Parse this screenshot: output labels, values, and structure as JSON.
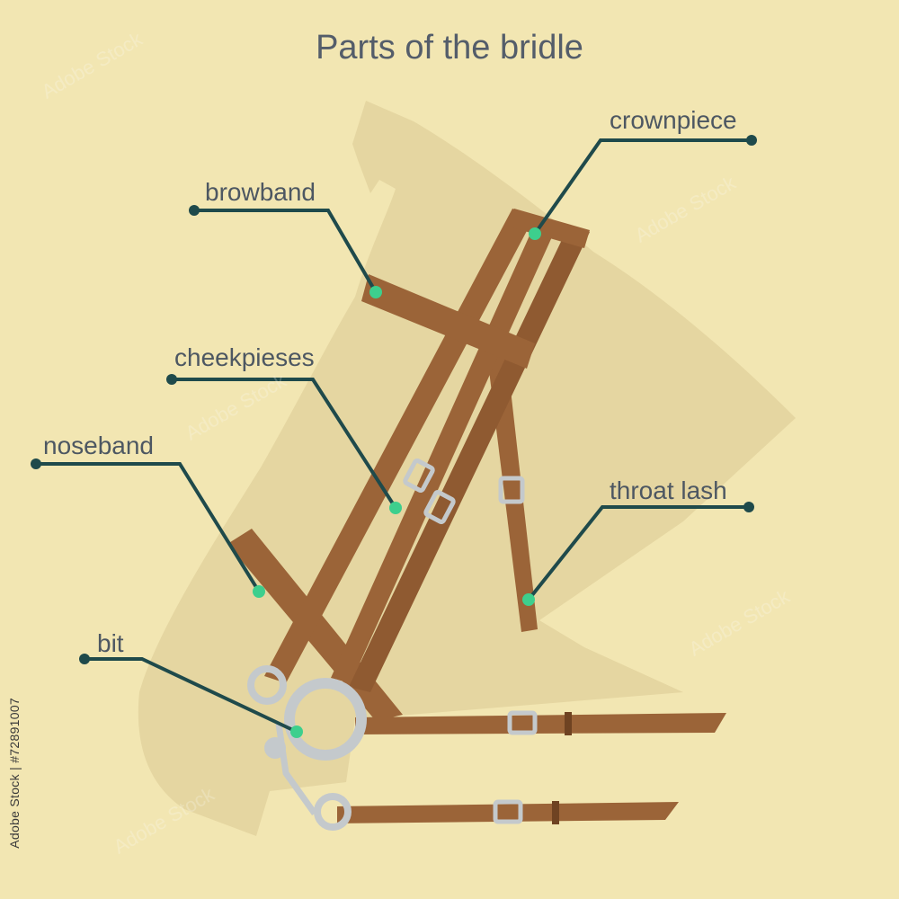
{
  "title": "Parts of the bridle",
  "labels": {
    "crownpiece": "crownpiece",
    "browband": "browband",
    "cheekpieces": "cheekpieses",
    "noseband": "noseband",
    "throat_lash": "throat lash",
    "bit": "bit"
  },
  "side_text": "Adobe Stock | #72891007",
  "watermark": "Adobe Stock",
  "colors": {
    "background": "#f2e6b2",
    "horse": "#e5d6a1",
    "leather": "#9b6438",
    "leather_dark": "#6f4322",
    "metal": "#c4c9cc",
    "leader_line": "#1f4a4b",
    "leader_dot": "#3dcf8d"
  }
}
